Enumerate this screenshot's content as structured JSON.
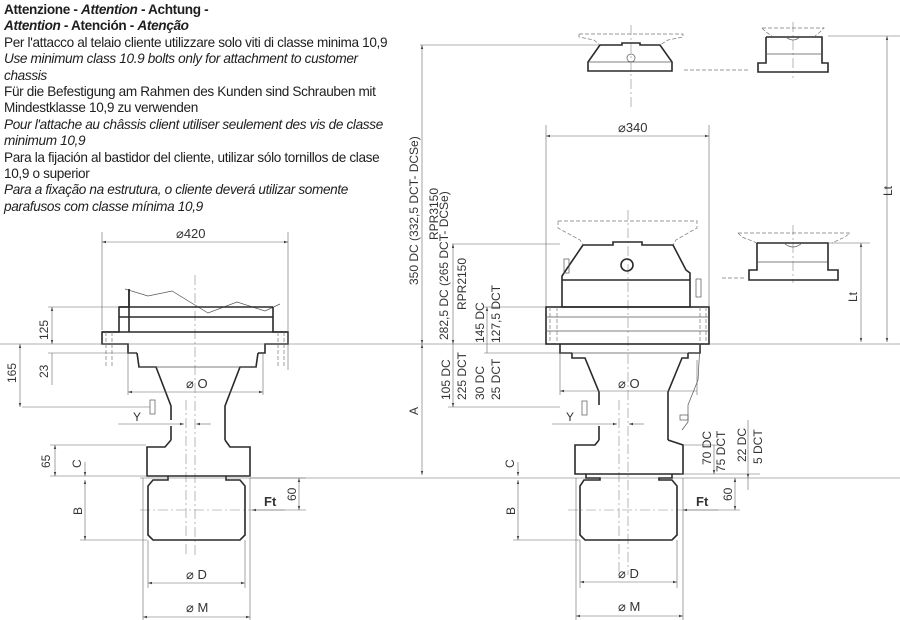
{
  "notes": {
    "heading_1": [
      {
        "text": "Attenzione",
        "style": "bold"
      },
      {
        "text": " - ",
        "style": "bold"
      },
      {
        "text": "Attention",
        "style": "bold-italic"
      },
      {
        "text": " - Achtung -",
        "style": "bold"
      }
    ],
    "heading_2": [
      {
        "text": "Attention",
        "style": "bold-italic"
      },
      {
        "text": " - Atención - ",
        "style": "bold"
      },
      {
        "text": "Atenção",
        "style": "bold-italic"
      }
    ],
    "it": "Per l'attacco al telaio cliente utilizzare solo viti di classe minima 10,9",
    "en_1": "Use minimum class 10.9 bolts only for attachment to customer",
    "en_2": "chassis",
    "de_1": "Für die Befestigung am Rahmen des Kunden sind Schrauben mit",
    "de_2": "Mindestklasse 10,9 zu verwenden",
    "fr_1": "Pour l'attache au châssis client utiliser seulement des vis de classe",
    "fr_2": "minimum 10,9",
    "es_1": "Para la fijación al bastidor del cliente, utilizar sólo tornillos de clase",
    "es_2": "10,9 o superior",
    "pt_1": "Para a fixação na estrutura, o cliente deverá utilizar somente",
    "pt_2": "parafusos com classe mínima 10,9"
  },
  "left_view": {
    "dia_top": "⌀420",
    "dim_125": "125",
    "dim_23": "23",
    "dim_165": "165",
    "dim_o": "⌀ O",
    "dim_y": "Y",
    "dim_65": "65",
    "dim_c": "C",
    "dim_b": "B",
    "dim_60": "60",
    "force": "Ft",
    "dim_d": "⌀ D",
    "dim_m": "⌀ M"
  },
  "middle_dims": {
    "rpr3150_a": "350 DC (332,5 DCT- DCSe)",
    "rpr3150_b": "RPR3150",
    "rpr2150_a": "282,5 DC (265 DCT- DCSe)",
    "rpr2150_b": "RPR2150",
    "d145_a": "145 DC",
    "d145_b": "127,5 DCT",
    "d105_a": "105 DC",
    "d105_b": "225 DCT",
    "d30_a": "30 DC",
    "d30_b": "25 DCT",
    "dim_a": "A"
  },
  "right_view": {
    "dia_top": "⌀340",
    "dim_o": "⌀ O",
    "dim_y": "Y",
    "d70_a": "70 DC",
    "d70_b": "75 DCT",
    "d22_a": "22 DC",
    "d22_b": "5 DCT",
    "dim_c": "C",
    "dim_b": "B",
    "dim_60": "60",
    "force": "Ft",
    "dim_d": "⌀ D",
    "dim_m": "⌀ M",
    "lt_long": "Lt",
    "lt_short": "Lt"
  }
}
